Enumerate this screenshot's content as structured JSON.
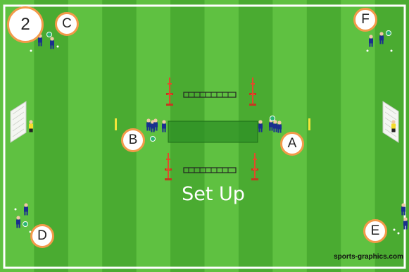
{
  "slide": {
    "number": "2",
    "title": "Set Up",
    "watermark": "sports-graphics.com"
  },
  "group_labels": {
    "a": "A",
    "b": "B",
    "c": "C",
    "d": "D",
    "e": "E",
    "f": "F"
  },
  "colors": {
    "grass_light": "#5fc141",
    "grass_dark": "#4aab31",
    "label_border": "#f39a4a",
    "player_kit": "#1a2f8e",
    "center_zone": "#2d8f25",
    "pole": "#e14b2a",
    "marker_cone": "#f2e43a"
  }
}
